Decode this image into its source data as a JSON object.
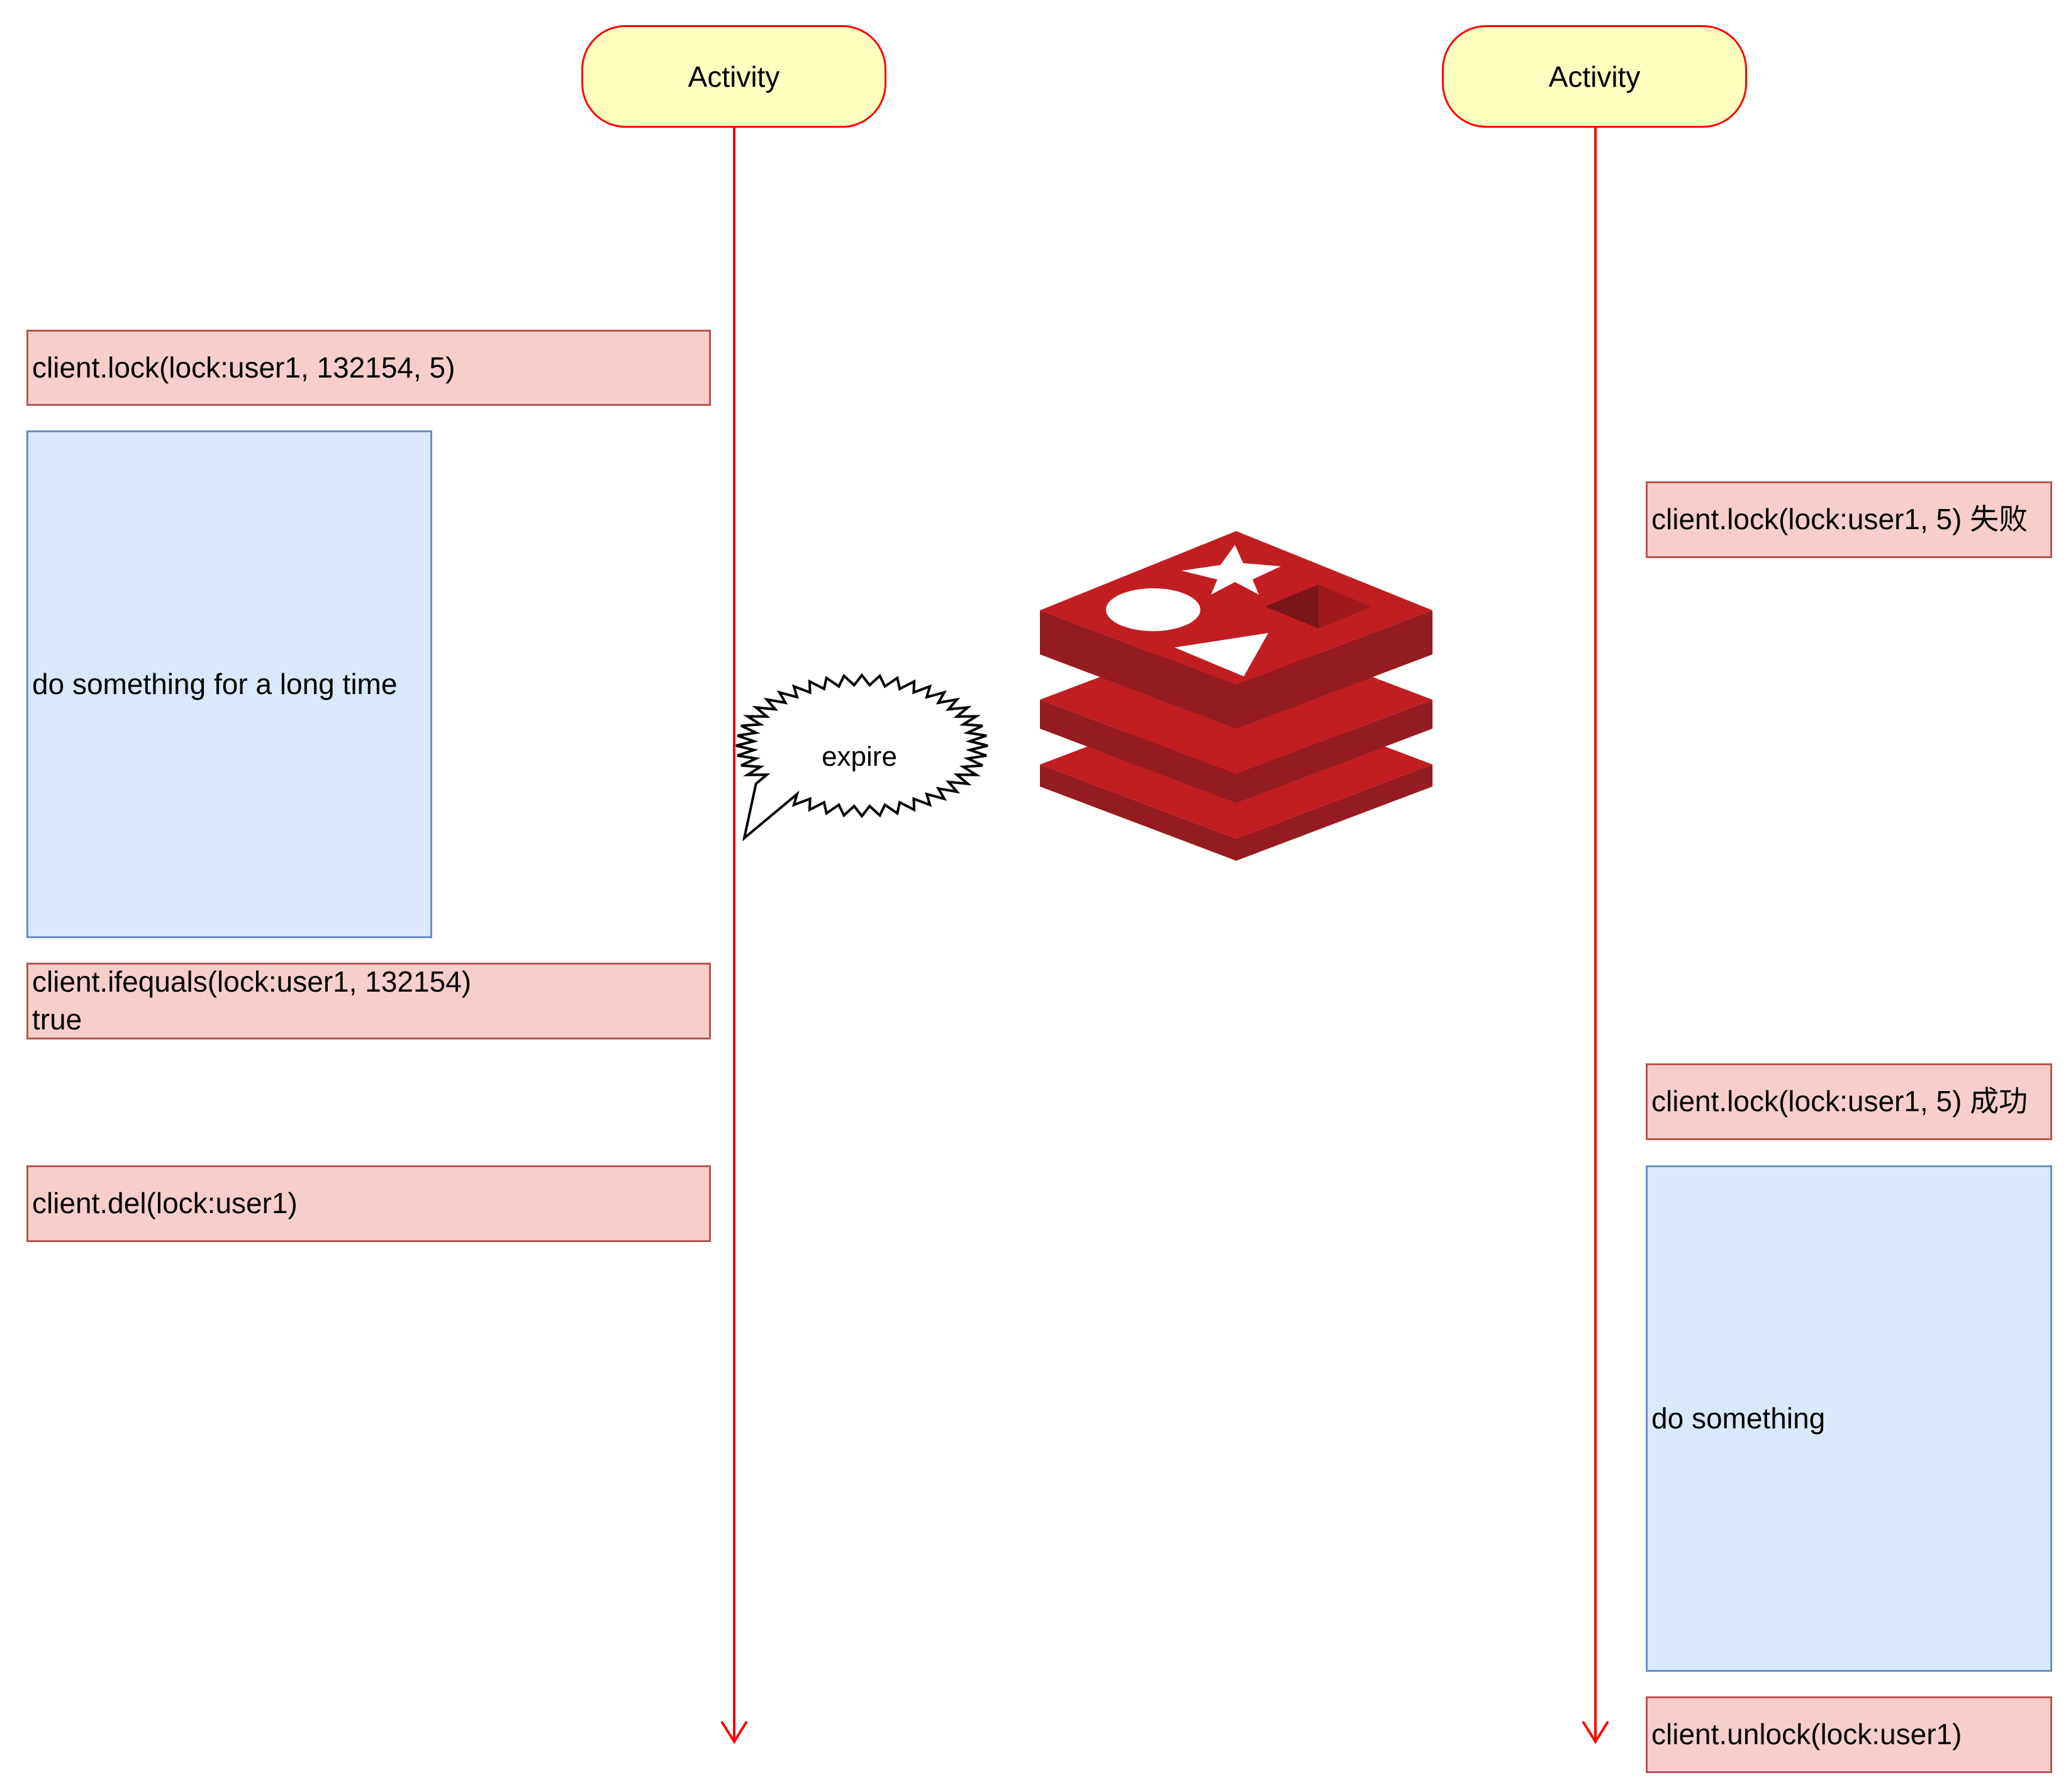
{
  "lifelines": [
    {
      "label": "Activity"
    },
    {
      "label": "Activity"
    }
  ],
  "notes_left": {
    "lock": "client.lock(lock:user1, 132154, 5)",
    "work": "do something for a long time",
    "ifequals": "client.ifequals(lock:user1, 132154)\ntrue",
    "del": "client.del(lock:user1)"
  },
  "notes_right": {
    "lock_fail": "client.lock(lock:user1, 5) 失败",
    "lock_success": "client.lock(lock:user1, 5) 成功",
    "work": "do something",
    "unlock": "client.unlock(lock:user1)"
  },
  "callout": {
    "label": "expire"
  },
  "logo": {
    "icon": "redis-logo-icon"
  },
  "colors": {
    "lifeline": "#ff0000",
    "head_fill": "#ffffc0",
    "pink_fill": "#f8cecc",
    "pink_stroke": "#b85450",
    "blue_fill": "#dae8fc",
    "blue_stroke": "#6c8ebf",
    "redis_top": "#c11e22",
    "redis_side": "#951c20"
  }
}
